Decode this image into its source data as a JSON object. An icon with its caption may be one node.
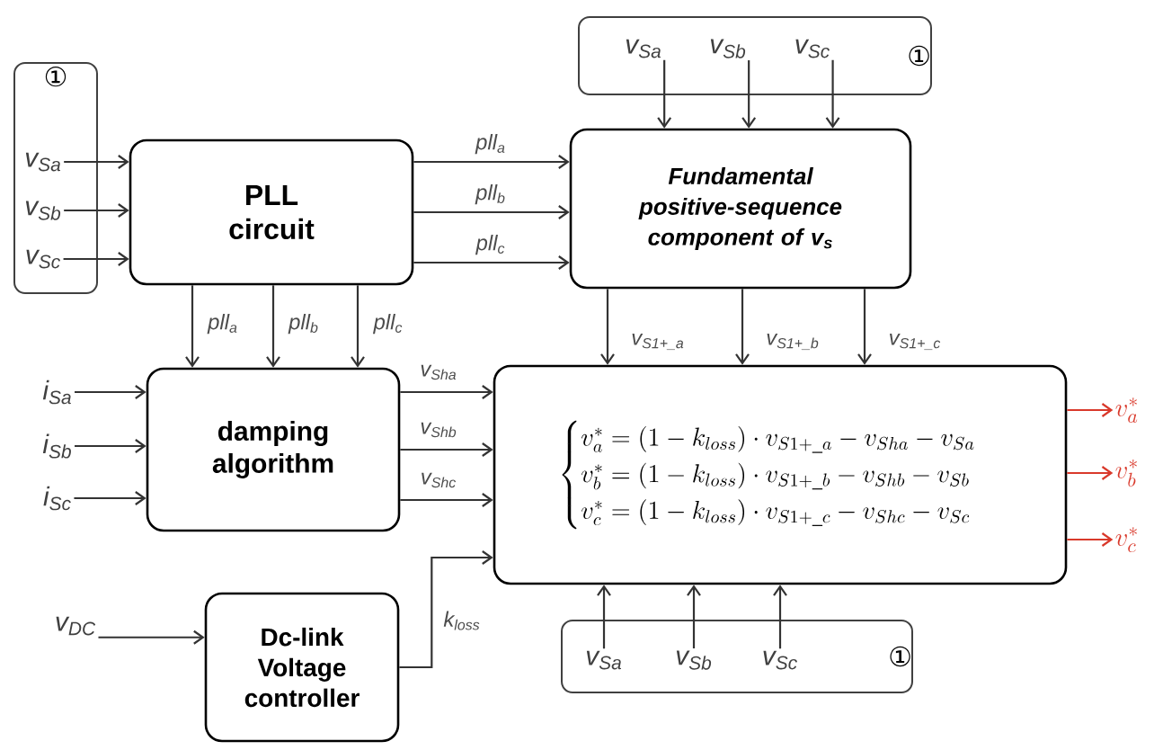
{
  "diagram": {
    "nodes": [
      {
        "text": [
          "①"
        ]
      },
      {
        "text": [
          "v$_{Sa}$"
        ],
        "in": 0
      },
      {
        "text": [
          "v$_{Sb}$"
        ],
        "in": 0
      },
      {
        "text": [
          "v$_{Sc}$"
        ],
        "in": 0
      },
      {
        "text": [
          "PLL circuit"
        ]
      },
      {
        "text": [
          "①"
        ]
      },
      {
        "text": [
          "v$_{Sa}$"
        ],
        "in": 5
      },
      {
        "text": [
          "v$_{Sb}$"
        ],
        "in": 5
      },
      {
        "text": [
          "v$_{Sc}$"
        ],
        "in": 5
      },
      {
        "text": [
          "Fundamental positive-sequence component of v$_{s}$"
        ]
      },
      {
        "text": [
          "i$_{Sa}$"
        ]
      },
      {
        "text": [
          "i$_{Sb}$"
        ]
      },
      {
        "text": [
          "i$_{Sc}$"
        ]
      },
      {
        "text": [
          "damping algorithm"
        ]
      },
      {
        "text": [
          "v$_{DC}$"
        ]
      },
      {
        "text": [
          "Dc-link Voltage controller"
        ]
      },
      {
        "text": [
          "\\begin{cases} v_a^{*}=(1-k_{loss})\\cdot v_{S1+\\_a}-v_{Sha}-v_{Sa} \\\\ v_b^{*}=(1-k_{loss})\\cdot v_{S1+\\_b}-v_{Shb}-v_{Sb} \\\\ v_c^{*}=(1-k_{loss})\\cdot v_{S1+\\_c}-v_{Shc}-v_{Sc} \\end{cases}"
        ]
      },
      {
        "text": [
          "①"
        ]
      },
      {
        "text": [
          "v$_{Sa}$"
        ],
        "in": 17
      },
      {
        "text": [
          "v$_{Sb}$"
        ],
        "in": 17
      },
      {
        "text": [
          "v$_{Sc}$"
        ],
        "in": 17
      },
      {
        "text": [
          "v_a^{*}"
        ]
      },
      {
        "text": [
          "v_b^{*}"
        ]
      },
      {
        "text": [
          "v_c^{*}"
        ]
      }
    ],
    "edges": [
      {
        "from": 1,
        "to": 4,
        "arrow": "to"
      },
      {
        "from": 2,
        "to": 4,
        "arrow": "to"
      },
      {
        "from": 3,
        "to": 4,
        "arrow": "to"
      },
      {
        "from": 4,
        "to": 9,
        "arrow": "to",
        "label": "pll$_{a}$"
      },
      {
        "from": 4,
        "to": 9,
        "arrow": "to",
        "label": "pll$_{b}$"
      },
      {
        "from": 4,
        "to": 9,
        "arrow": "to",
        "label": "pll$_{c}$"
      },
      {
        "from": 6,
        "to": 9,
        "arrow": "to"
      },
      {
        "from": 7,
        "to": 9,
        "arrow": "to"
      },
      {
        "from": 8,
        "to": 9,
        "arrow": "to"
      },
      {
        "from": 4,
        "to": 13,
        "arrow": "to",
        "label": "pll$_{a}$"
      },
      {
        "from": 4,
        "to": 13,
        "arrow": "to",
        "label": "pll$_{b}$"
      },
      {
        "from": 4,
        "to": 13,
        "arrow": "to",
        "label": "pll$_{c}$"
      },
      {
        "from": 10,
        "to": 13,
        "arrow": "to"
      },
      {
        "from": 11,
        "to": 13,
        "arrow": "to"
      },
      {
        "from": 12,
        "to": 13,
        "arrow": "to"
      },
      {
        "from": 13,
        "to": 16,
        "arrow": "to",
        "label": "v$_{Sha}$"
      },
      {
        "from": 13,
        "to": 16,
        "arrow": "to",
        "label": "v$_{Shb}$"
      },
      {
        "from": 13,
        "to": 16,
        "arrow": "to",
        "label": "v$_{Shc}$"
      },
      {
        "from": 9,
        "to": 16,
        "arrow": "to",
        "label": "v$_{S1+_a}$"
      },
      {
        "from": 9,
        "to": 16,
        "arrow": "to",
        "label": "v$_{S1+_b}$"
      },
      {
        "from": 9,
        "to": 16,
        "arrow": "to",
        "label": "v$_{S1+_c}$"
      },
      {
        "from": 14,
        "to": 15,
        "arrow": "to"
      },
      {
        "from": 15,
        "to": 16,
        "arrow": "to",
        "label": "k$_{loss}$"
      },
      {
        "from": 18,
        "to": 16,
        "arrow": "to"
      },
      {
        "from": 19,
        "to": 16,
        "arrow": "to"
      },
      {
        "from": 20,
        "to": 16,
        "arrow": "to"
      },
      {
        "from": 16,
        "to": 21,
        "arrow": "to",
        "color": "#d9392b"
      },
      {
        "from": 16,
        "to": 22,
        "arrow": "to",
        "color": "#d9392b"
      },
      {
        "from": 16,
        "to": 23,
        "arrow": "to",
        "color": "#d9392b"
      }
    ]
  }
}
